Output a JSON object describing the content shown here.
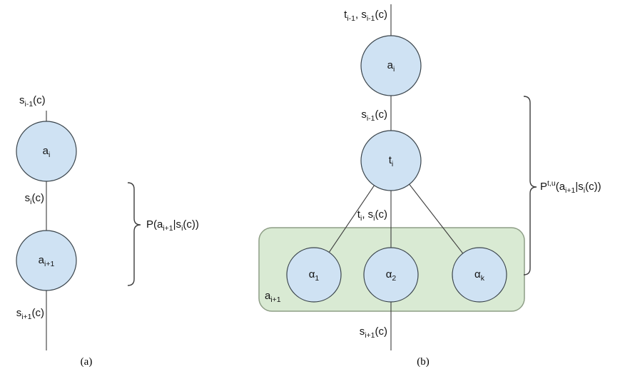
{
  "figure": {
    "caption_a": "(a)",
    "caption_b": "(b)",
    "colors": {
      "node_fill": "#cfe2f3",
      "node_stroke": "#3a444b",
      "group_fill": "#d9ead3",
      "group_stroke": "#8e9e86",
      "line": "#3c3c3c"
    },
    "diagram_a": {
      "edge_label_top": {
        "base": "s",
        "sub": "i-1",
        "post": "(c)"
      },
      "node_ai": {
        "base": "a",
        "sub": "i"
      },
      "edge_label_mid": {
        "base": "s",
        "sub": "i",
        "post": "(c)"
      },
      "node_ai1": {
        "base": "a",
        "sub": "i+1"
      },
      "edge_label_bottom": {
        "base": "s",
        "sub": "i+1",
        "post": "(c)"
      },
      "prob_label": {
        "p1": "P(a",
        "s1": "i+1",
        "p2": "|s",
        "s2": "i",
        "p3": "(c))"
      }
    },
    "diagram_b": {
      "edge_label_top": {
        "p1": "t",
        "s1": "i-1",
        "p2": ", s",
        "s2": "i-1",
        "p3": "(c)"
      },
      "node_ai": {
        "base": "a",
        "sub": "i"
      },
      "edge_label_s_prev": {
        "base": "s",
        "sub": "i-1",
        "post": "(c)"
      },
      "node_ti": {
        "base": "t",
        "sub": "i"
      },
      "edge_label_ts": {
        "p1": "t",
        "s1": "i",
        "p2": ", s",
        "s2": "i",
        "p3": "(c)"
      },
      "node_alpha1": {
        "base": "α",
        "sub": "1"
      },
      "node_alpha2": {
        "base": "α",
        "sub": "2"
      },
      "node_alphak": {
        "base": "α",
        "sub": "k"
      },
      "group_label": {
        "base": "a",
        "sub": "i+1"
      },
      "edge_label_bottom": {
        "base": "s",
        "sub": "i+1",
        "post": "(c)"
      },
      "prob_label": {
        "p0": "P",
        "sup": "t,u",
        "p1": "(a",
        "s1": "i+1",
        "p2": "|s",
        "s2": "i",
        "p3": "(c))"
      }
    }
  }
}
